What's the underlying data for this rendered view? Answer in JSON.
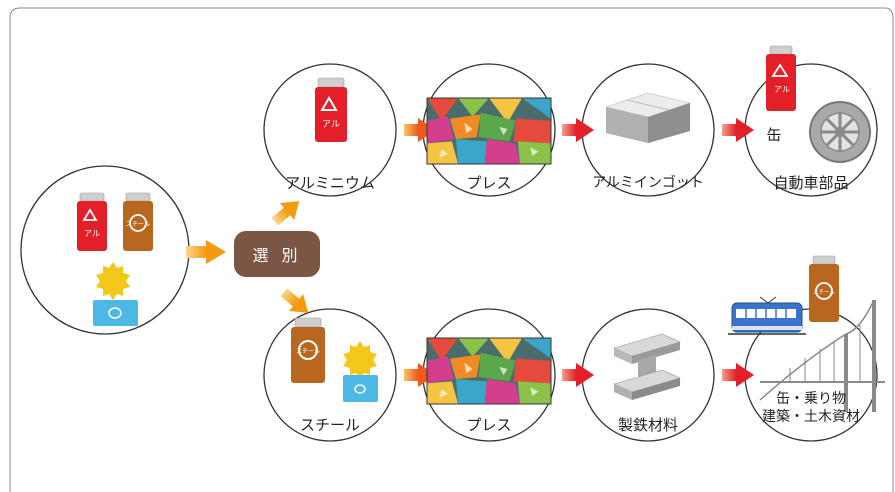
{
  "sort": "選 別",
  "top_row": {
    "material": "アルミニウム",
    "press": "プレス",
    "ingot": "アルミインゴット",
    "product_can": "缶",
    "product_parts": "自動車部品"
  },
  "bottom_row": {
    "material": "スチール",
    "press": "プレス",
    "steel_material": "製鉄材料",
    "product_line1": "缶・乗り物",
    "product_line2": "建築・土木資材"
  },
  "can_marks": {
    "aluminum": "アル",
    "steel": "スチール"
  },
  "colors": {
    "aluminum_can": "#e3202a",
    "steel_can": "#b9671f",
    "arrow_orange": "#f7a81b",
    "arrow_red": "#e3202a",
    "badge": "#7b5644",
    "circle_stroke": "#333333"
  },
  "icons": [
    "aluminum-can-icon",
    "steel-can-icon",
    "food-can-icon",
    "press-bale-icon",
    "ingot-icon",
    "i-beam-icon",
    "tire-icon",
    "train-icon",
    "bridge-icon"
  ]
}
